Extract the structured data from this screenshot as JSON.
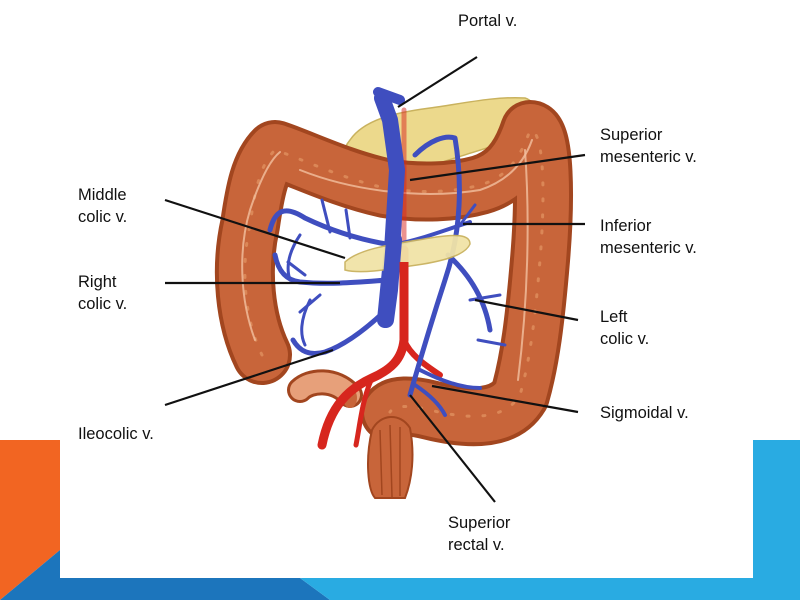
{
  "colors": {
    "orange_accent": "#f26522",
    "blue_accent": "#29abe2",
    "dark_blue_accent": "#1c75bc",
    "colon": "#c6643a",
    "vein": "#3f4ebf",
    "artery": "#d7261e",
    "pancreas": "#ecd98c"
  },
  "labels": {
    "portal": "Portal v.",
    "superior_mesenteric": "Superior\nmesenteric v.",
    "middle_colic": "Middle\ncolic v.",
    "inferior_mesenteric": "Inferior\nmesenteric v.",
    "right_colic": "Right\ncolic v.",
    "left_colic": "Left\ncolic v.",
    "ileocolic": "Ileocolic v.",
    "sigmoidal": "Sigmoidal v.",
    "superior_rectal": "Superior\nrectal v."
  }
}
